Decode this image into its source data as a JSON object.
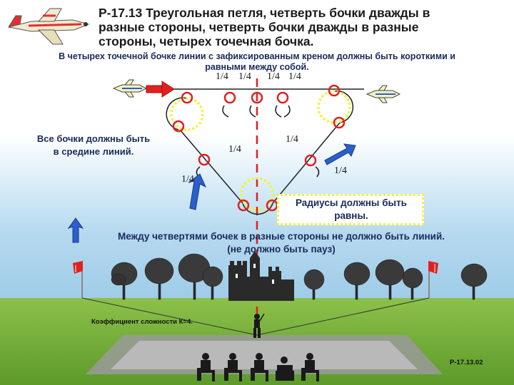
{
  "title": {
    "line1": "Р-17.13 Треугольная петля, четверть бочки дважды в",
    "line2": "разные стороны, четверть бочки дважды в разные",
    "line3": "стороны, четырех точечная бочка."
  },
  "subnote": {
    "line1": "В четырех точечной бочке линии с зафиксированным креном должны быть короткими и",
    "line2": "равными между собой."
  },
  "quarter_top": [
    "1/4",
    "1/4",
    "1/4",
    "1/4"
  ],
  "quarter_side": {
    "left_upper": "1/4",
    "right_upper": "1/4",
    "left_lower": "1/4",
    "right_lower": "1/4"
  },
  "left_note": {
    "line1": "Все бочки должны быть",
    "line2": "в средине линий."
  },
  "radii_note": {
    "line1": "Радиусы должны быть",
    "line2": "равны."
  },
  "no_lines_note": {
    "line1": "Между четвертями бочек в разные стороны не должно быть линий.",
    "line2": "(не должно быть пауз)"
  },
  "k_factor": "Коэффициент сложности К=4.",
  "figure_code": "Р-17.13.02",
  "colors": {
    "text_dark": "#1a2a5a",
    "roll_marker": "#e02020",
    "radius_marker": "#f2f23a",
    "direction_arrow": "#2a5fcc",
    "centre_line": "#e02020",
    "ground_green": "#6fa832",
    "sky_blue": "#b5d9ef"
  },
  "icons": {
    "plane": "aerobatic-airplane-icon",
    "flag": "red-flag-icon",
    "tree": "tree-icon",
    "castle": "castle-icon",
    "pilot": "pilot-icon",
    "judge": "judge-icon"
  }
}
